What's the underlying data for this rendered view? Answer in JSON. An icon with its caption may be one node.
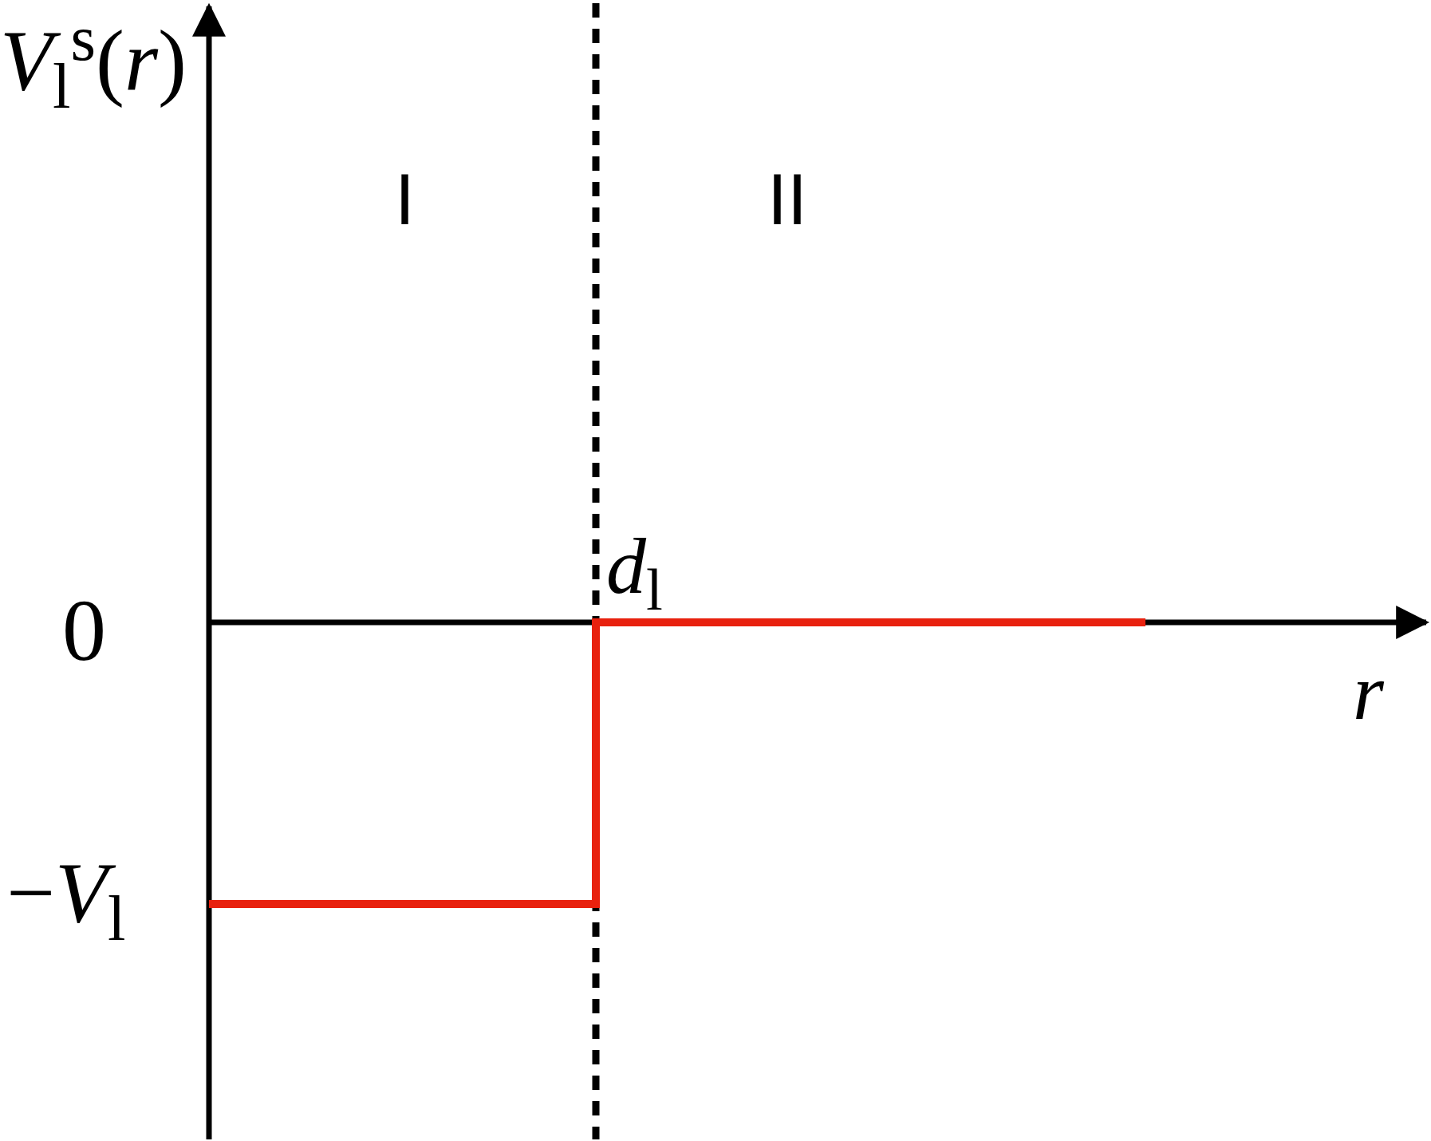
{
  "diagram": {
    "labels": [
      "*V*$_{l}$$^{s}$(*r*)",
      "I",
      "II",
      "*d*$_{l}$",
      "0",
      "*r*",
      "−*V*$_{l}$"
    ]
  }
}
